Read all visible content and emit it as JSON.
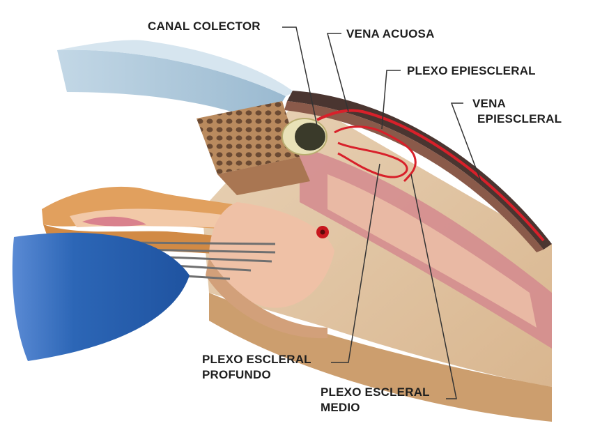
{
  "labels": {
    "canal_colector": "CANAL COLECTOR",
    "vena_acuosa": "VENA ACUOSA",
    "plexo_epiescleral": "PLEXO EPIESCLERAL",
    "vena_epiescleral": [
      "VENA",
      "EPIESCLERAL"
    ],
    "plexo_escleral_profundo": [
      "PLEXO ESCLERAL",
      "PROFUNDO"
    ],
    "plexo_escleral_medio": [
      "PLEXO ESCLERAL",
      "MEDIO"
    ]
  },
  "colors": {
    "cornea": "#a8c6dc",
    "sclera": "#e4c8a6",
    "sclera_dark": "#cda37a",
    "ciliary_body": "#efc1a6",
    "ciliary_pink": "#d9818d",
    "iris_orange": "#e1a05e",
    "lens": "#2b67b8",
    "vessel_red": "#d8202a",
    "conjunctiva": "#4a3530",
    "leader_line": "#333333"
  }
}
